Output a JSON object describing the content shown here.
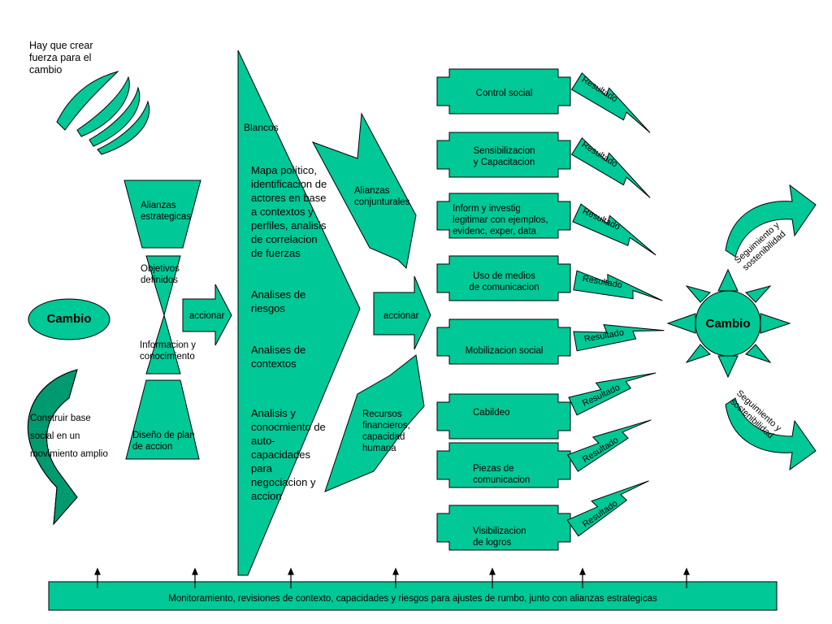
{
  "colors": {
    "fill": "#00c896",
    "dark": "#009a70",
    "stroke": "#000000"
  },
  "intro": "Hay que crear\nfuerza para el\ncambio",
  "left_oval": "Cambio",
  "base_text": [
    "Construir base",
    "social en un",
    "movimiento amplio"
  ],
  "hourglass": {
    "top": "Alianzas\nestrategicas",
    "mid": "Objetivos\ndefinidos",
    "low": "Informacion y\nconocimiento",
    "bottom": "Diseño de plan\nde accion"
  },
  "arrow1": "accionar",
  "big_triangle": {
    "heading": "Blancos",
    "items": [
      "Mapa político,\nidentificacion de\nactores en base\na contextos y\nperfiles, analisis\nde correlacion\nde fuerzas",
      "Analises de\nriesgos",
      "Analises de\ncontextos",
      "Analisis y\nconocmiento de\nauto-\ncapacidades\npara\nnegociacion y\naccion"
    ]
  },
  "upper_arrow": "Alianzas\nconjunturales",
  "arrow2": "accionar",
  "lower_arrow": "Recursos\nfinancieros,\ncapacidad\nhumana",
  "actions": [
    "Control social",
    "Sensibilizacion\ny Capacitacion",
    "Inform y investig\nlegitimar con ejemplos,\nevidenc, exper, data",
    "Uso de medios\nde comunicacion",
    "Mobilizacion social",
    "Cabildeo",
    "Piezas de\ncomunicacion",
    "Visibilizacion\nde logros"
  ],
  "result_label": "Resultado",
  "sun": "Cambio",
  "sustain_top": "Seguimiento y\nsostenibilidad",
  "sustain_bottom": "Seguimiento y\nsostenibilidad",
  "monitoring": "Monitoramiento, revisiones de contexto, capacidades y riesgos para ajustes de rumbo, junto con alianzas estrategicas"
}
